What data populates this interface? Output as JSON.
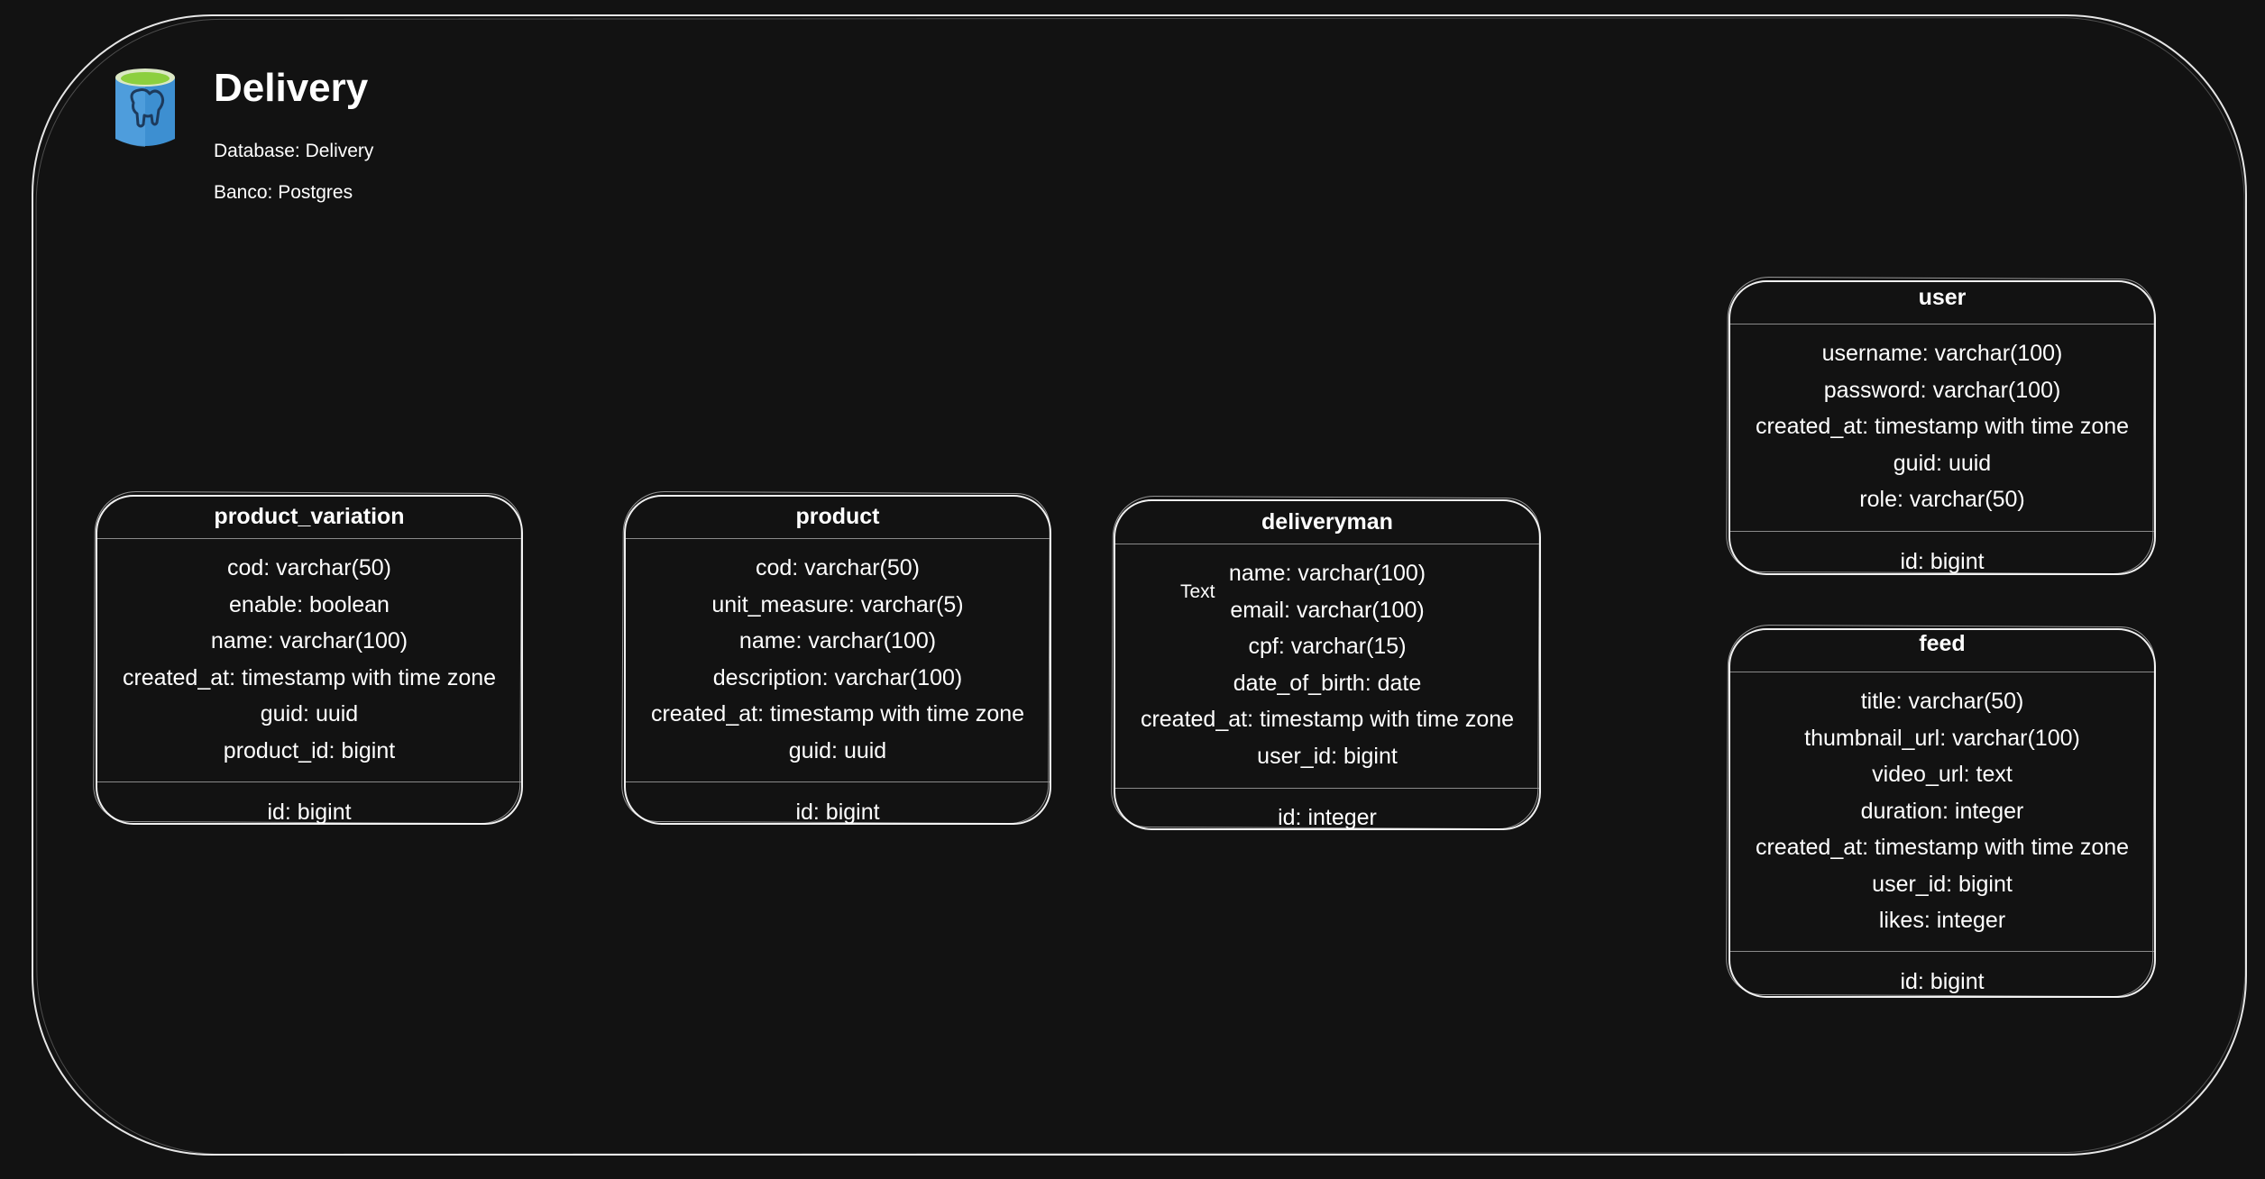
{
  "header": {
    "title": "Delivery",
    "database_line": "Database: Delivery",
    "bank_line": "Banco: Postgres",
    "icon": "postgres-database-icon"
  },
  "colors": {
    "background": "#121212",
    "stroke": "#f0f0f0",
    "divider": "#8a8a8a",
    "icon_body": "#3d8fd1",
    "icon_top": "#8ccf3f"
  },
  "stray_label": "Text",
  "entities": {
    "product_variation": {
      "name": "product_variation",
      "fields": [
        "cod: varchar(50)",
        "enable: boolean",
        "name: varchar(100)",
        "created_at: timestamp with time zone",
        "guid: uuid",
        "product_id: bigint"
      ],
      "pk": "id: bigint"
    },
    "product": {
      "name": "product",
      "fields": [
        "cod: varchar(50)",
        "unit_measure: varchar(5)",
        "name: varchar(100)",
        "description: varchar(100)",
        "created_at: timestamp with time zone",
        "guid: uuid"
      ],
      "pk": "id: bigint"
    },
    "deliveryman": {
      "name": "deliveryman",
      "fields": [
        "name: varchar(100)",
        "email: varchar(100)",
        "cpf: varchar(15)",
        "date_of_birth: date",
        "created_at: timestamp with time zone",
        "user_id: bigint"
      ],
      "pk": "id: integer"
    },
    "user": {
      "name": "user",
      "fields": [
        "username: varchar(100)",
        "password: varchar(100)",
        "created_at: timestamp with time zone",
        "guid: uuid",
        "role: varchar(50)"
      ],
      "pk": "id: bigint"
    },
    "feed": {
      "name": "feed",
      "fields": [
        "title: varchar(50)",
        "thumbnail_url: varchar(100)",
        "video_url: text",
        "duration: integer",
        "created_at: timestamp with time zone",
        "user_id: bigint",
        "likes: integer"
      ],
      "pk": "id: bigint"
    }
  }
}
